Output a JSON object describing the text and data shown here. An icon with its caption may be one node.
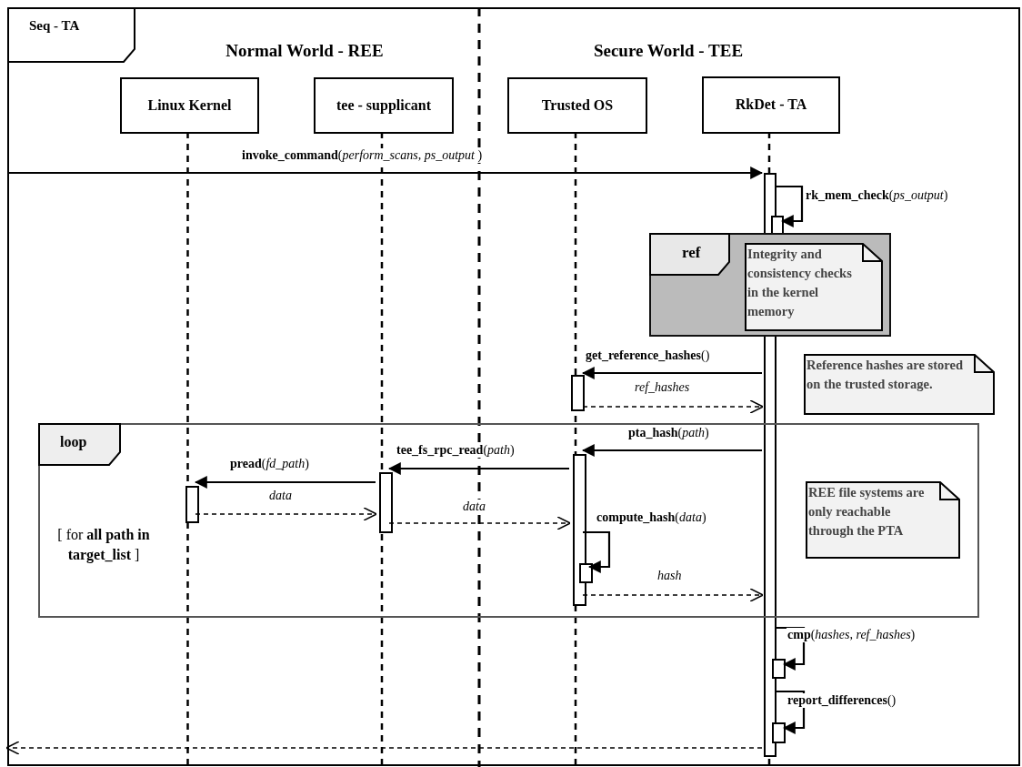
{
  "diagram": {
    "nodes": [
      {
        "text": [
          "Seq - TA"
        ]
      },
      {
        "text": [
          "Linux Kernel"
        ],
        "in": 0
      },
      {
        "text": [
          "tee - supplicant"
        ],
        "in": 0
      },
      {
        "text": [
          "Trusted OS"
        ],
        "in": 0
      },
      {
        "text": [
          "RkDet - TA"
        ],
        "in": 0
      },
      {
        "text": [],
        "shape": "bar",
        "in": 0
      },
      {
        "text": [],
        "shape": "bar",
        "in": 0
      },
      {
        "text": [
          "ref"
        ],
        "in": 0
      },
      {
        "text": [
          "Integrity and consistency checks in the kernel memory"
        ],
        "in": 7
      },
      {
        "text": [],
        "shape": "bar",
        "in": 0
      },
      {
        "text": [
          "Reference hashes are stored on the trusted storage."
        ],
        "in": 0
      },
      {
        "text": [
          "loop",
          "[ for **all path in target_list** ]"
        ],
        "in": 0
      },
      {
        "text": [],
        "shape": "bar",
        "in": 11
      },
      {
        "text": [],
        "shape": "bar",
        "in": 11
      },
      {
        "text": [],
        "shape": "bar",
        "in": 11
      },
      {
        "text": [],
        "shape": "bar",
        "in": 11
      },
      {
        "text": [
          "REE file systems are only reachable through the PTA"
        ],
        "in": 11
      },
      {
        "text": [],
        "shape": "bar",
        "in": 0
      },
      {
        "text": [],
        "shape": "bar",
        "in": 0
      }
    ],
    "edges": [
      {
        "from": 0,
        "to": 5,
        "arrow": "to",
        "label": "**invoke_command**(*perform_scans, ps_output* )"
      },
      {
        "from": 5,
        "to": 6,
        "arrow": "to",
        "label": "**rk_mem_check**(*ps_output*)"
      },
      {
        "from": 5,
        "to": 9,
        "arrow": "to",
        "label": "**get_reference_hashes**()"
      },
      {
        "from": 9,
        "to": 5,
        "arrow": "to",
        "label": "*ref_hashes*",
        "style": "dashed"
      },
      {
        "from": 5,
        "to": 12,
        "arrow": "to",
        "label": "**pta_hash**(*path*)"
      },
      {
        "from": 12,
        "to": 13,
        "arrow": "to",
        "label": "**tee_fs_rpc_read**(*path*)"
      },
      {
        "from": 13,
        "to": 14,
        "arrow": "to",
        "label": "**pread**(*fd_path*)"
      },
      {
        "from": 14,
        "to": 13,
        "arrow": "to",
        "label": "*data*",
        "style": "dashed"
      },
      {
        "from": 13,
        "to": 12,
        "arrow": "to",
        "label": "*data*",
        "style": "dashed"
      },
      {
        "from": 12,
        "to": 15,
        "arrow": "to",
        "label": "**compute_hash**(*data*)"
      },
      {
        "from": 12,
        "to": 5,
        "arrow": "to",
        "label": "*hash*",
        "style": "dashed"
      },
      {
        "from": 5,
        "to": 17,
        "arrow": "to",
        "label": "**cmp**(*hashes, ref_hashes*)"
      },
      {
        "from": 5,
        "to": 18,
        "arrow": "to",
        "label": "**report_differences**()"
      },
      {
        "from": 5,
        "to": 0,
        "arrow": "to",
        "style": "dashed"
      }
    ],
    "labels": [
      "Normal World - REE",
      "Secure World - TEE"
    ]
  }
}
